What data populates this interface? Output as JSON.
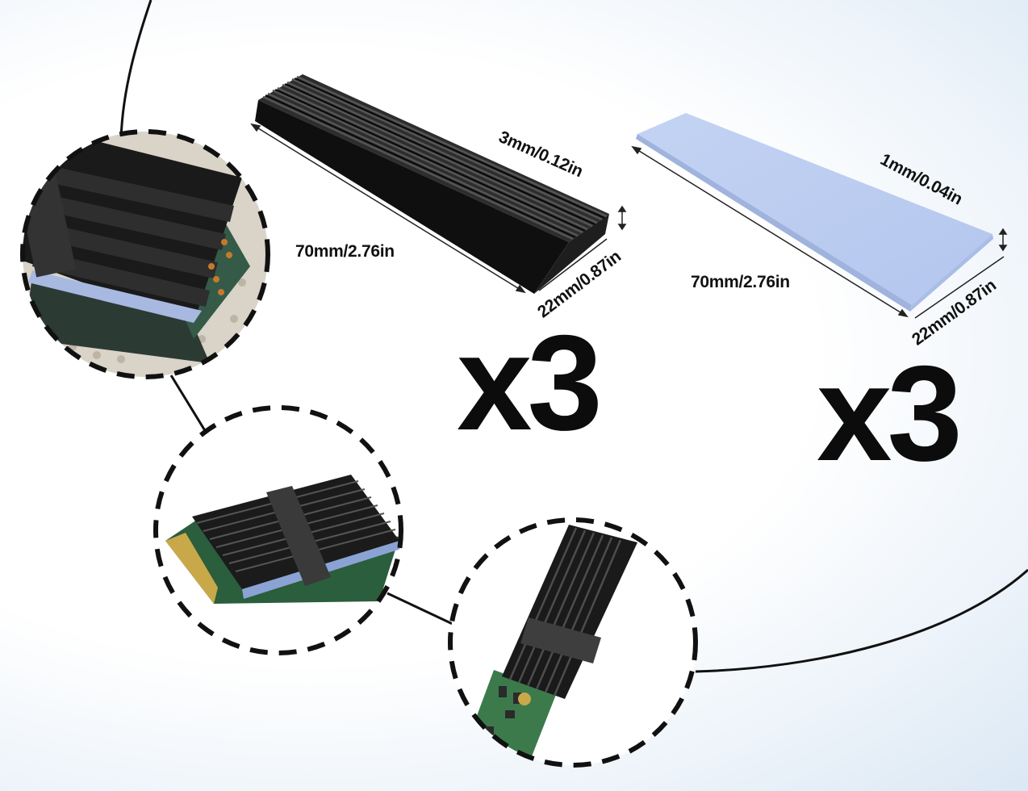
{
  "heatsink": {
    "thickness": "3mm/0.12in",
    "length": "70mm/2.76in",
    "width": "22mm/0.87in",
    "quantity": "x3",
    "color": "#1a1a1a"
  },
  "thermal_pad": {
    "thickness": "1mm/0.04in",
    "length": "70mm/2.76in",
    "width": "22mm/0.87in",
    "quantity": "x3",
    "color": "#bcccf0"
  },
  "detail_views": [
    "heatsink-fins-closeup",
    "heatsink-mounted-on-ssd-angled",
    "heatsink-mounted-on-ssd-top"
  ]
}
